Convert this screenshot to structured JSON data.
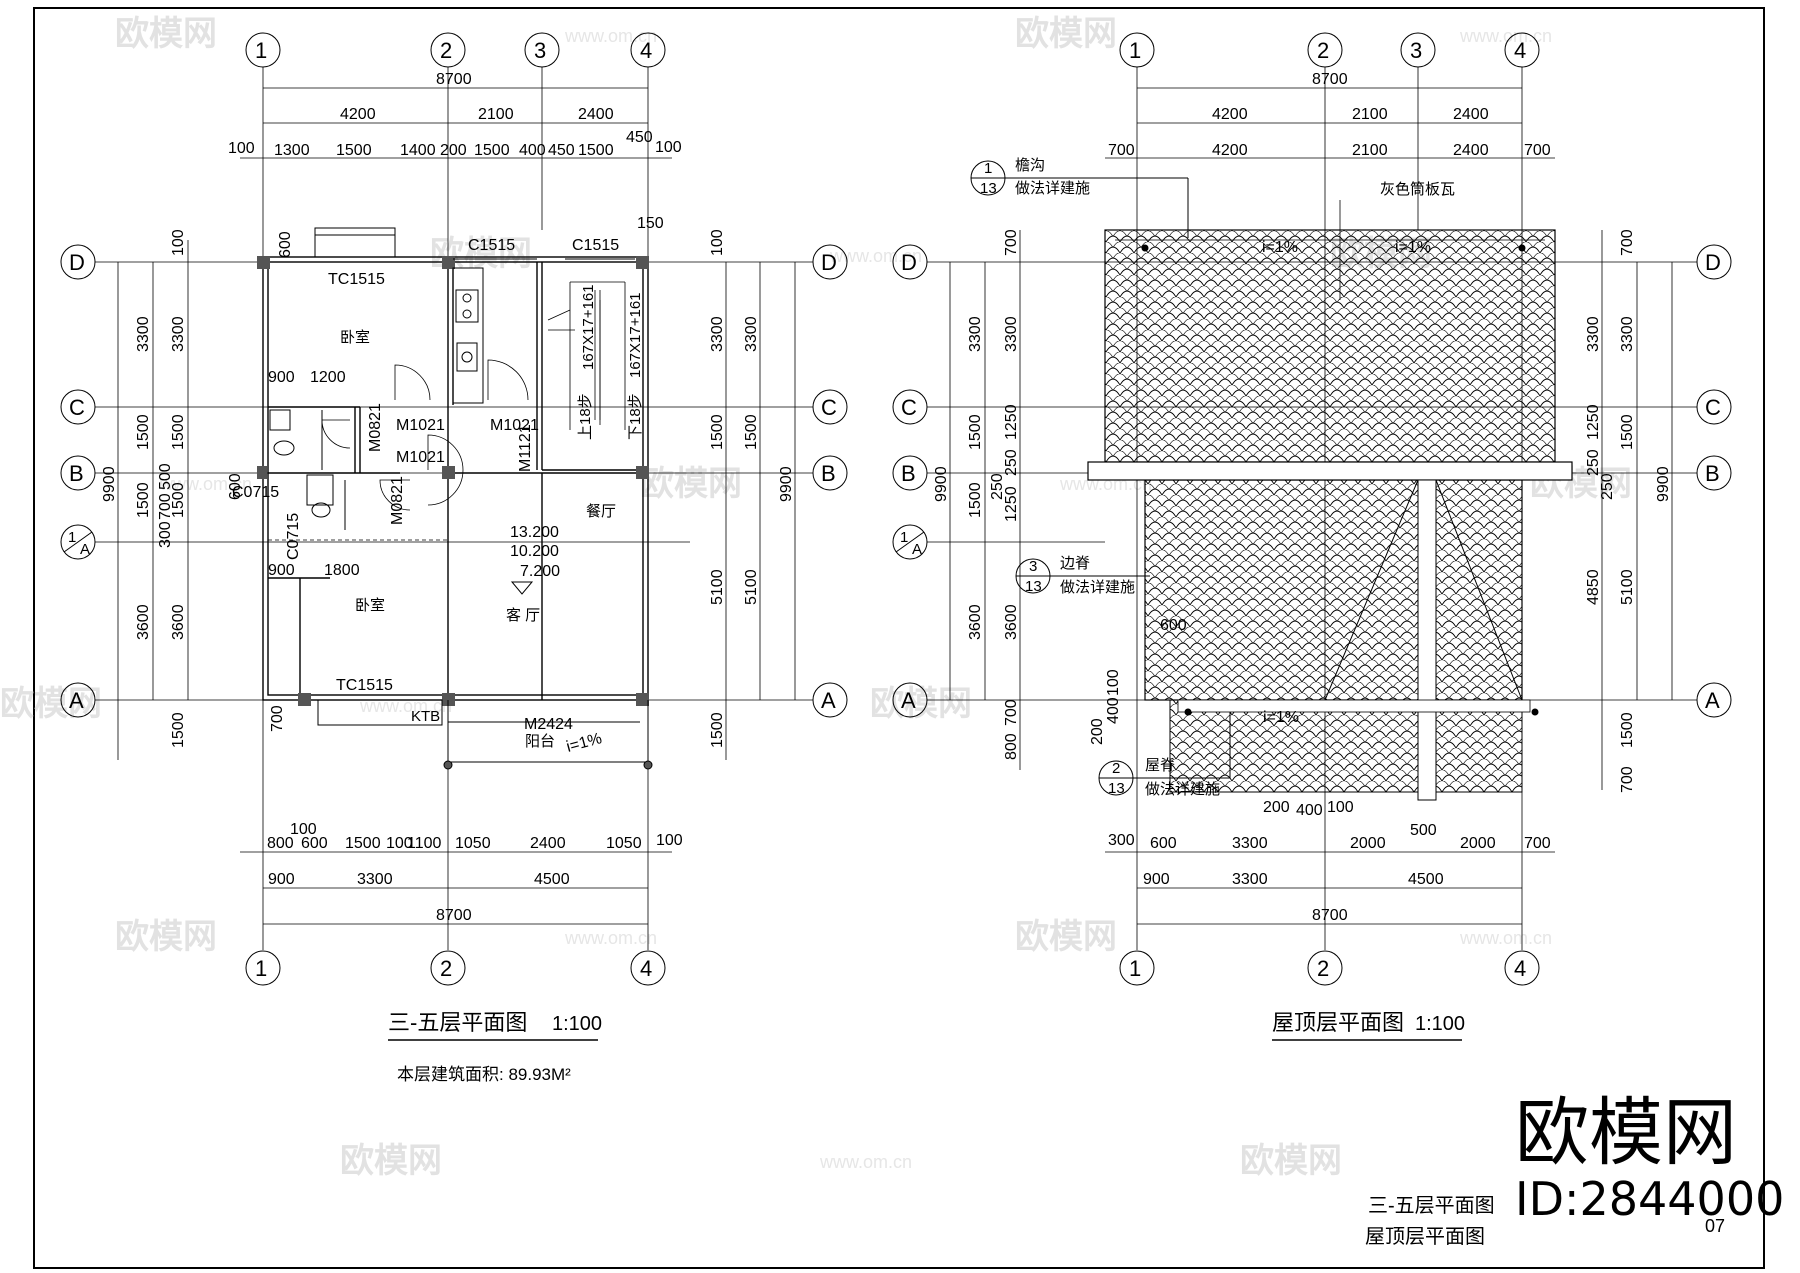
{
  "axes": {
    "cols": [
      "1",
      "2",
      "3",
      "4"
    ],
    "rows": [
      "D",
      "C",
      "B",
      "A"
    ],
    "sub_row_top": "1",
    "sub_row_bottom": "A"
  },
  "plan_left": {
    "title": "三-五层平面图",
    "scale": "1:100",
    "area_note": "本层建筑面积: 89.93M²",
    "dims_top_total": "8700",
    "dims_top_mid": [
      "4200",
      "2100",
      "2400"
    ],
    "dims_top_detail": [
      "100",
      "1300",
      "1500",
      "1400",
      "200",
      "1500",
      "400",
      "450",
      "1500",
      "450",
      "100"
    ],
    "dims_bottom_detail": [
      "800",
      "100",
      "600",
      "1500",
      "100",
      "1100",
      "1050",
      "2400",
      "1050",
      "100"
    ],
    "dims_bottom_mid": [
      "900",
      "3300",
      "4500"
    ],
    "dims_bottom_total": "8700",
    "dims_left_outer": [
      "3300",
      "1500",
      "1500",
      "3600",
      "1500"
    ],
    "dims_left_total": "9900",
    "dims_left_inner": [
      "100",
      "600",
      "3300",
      "1500",
      "500",
      "600",
      "1500",
      "700",
      "300",
      "3600",
      "700"
    ],
    "dims_right_outer": [
      "3300",
      "1500",
      "5100",
      "1500"
    ],
    "dims_right_total": "9900",
    "dims_right_inner": [
      "100",
      "3300",
      "1500",
      "5100"
    ],
    "labels": {
      "bedroom_top": "卧室",
      "bedroom_bottom": "卧室",
      "living": "客 厅",
      "dining": "餐厅",
      "balcony": "阳台",
      "tc1515_top": "TC1515",
      "tc1515_bottom": "TC1515",
      "c1515_a": "C1515",
      "c1515_b": "C1515",
      "m1021_a": "M1021",
      "m1021_b": "M1021",
      "m1021_c": "M1021",
      "m0821_a": "M0821",
      "m0821_b": "M0821",
      "m1121": "M1121",
      "c0715_a": "C0715",
      "c0715_b": "C0715",
      "m2424": "M2424",
      "ktb": "KTB",
      "slope": "i=1%",
      "stair_up": "上18步",
      "stair_down": "下18步",
      "stair_spec_a": "167X17+161",
      "stair_spec_b": "167X17+161",
      "dim_900a": "900",
      "dim_1200": "1200",
      "dim_900b": "900",
      "dim_1800": "1800",
      "dim_150": "150",
      "elev_1": "13.200",
      "elev_2": "10.200",
      "elev_3": "7.200"
    }
  },
  "plan_right": {
    "title": "屋顶层平面图",
    "scale": "1:100",
    "dims_top_total": "8700",
    "dims_top_mid": [
      "4200",
      "2100",
      "2400"
    ],
    "dims_top_detail": [
      "700",
      "4200",
      "2100",
      "2400",
      "700"
    ],
    "dims_bottom_detail": [
      "300",
      "600",
      "3300",
      "2000",
      "500",
      "2000",
      "700"
    ],
    "dims_bottom_extra": [
      "200",
      "400",
      "100"
    ],
    "dims_bottom_mid": [
      "900",
      "3300",
      "4500"
    ],
    "dims_bottom_total": "8700",
    "dims_left_outer": [
      "3300",
      "1500",
      "1500",
      "3600"
    ],
    "dims_left_total": "9900",
    "dims_left_inner": [
      "700",
      "3300",
      "1250",
      "250",
      "250",
      "1250",
      "3600",
      "100",
      "400",
      "200",
      "800",
      "700"
    ],
    "dims_right_outer": [
      "700",
      "3300",
      "1500",
      "5100",
      "1500",
      "700"
    ],
    "dims_right_total": "9900",
    "dims_right_inner": [
      "3300",
      "1250",
      "250",
      "250",
      "4850"
    ],
    "dims_inner_600": "600",
    "callouts": [
      {
        "num": "1",
        "sheet": "13",
        "name": "檐沟",
        "note": "做法详建施"
      },
      {
        "num": "3",
        "sheet": "13",
        "name": "边脊",
        "note": "做法详建施"
      },
      {
        "num": "2",
        "sheet": "13",
        "name": "屋脊",
        "note": "做法详建施"
      }
    ],
    "tile_label": "灰色筒板瓦",
    "slope": "i=1%"
  },
  "title_block": {
    "line1": "三-五层平面图",
    "line2": "屋顶层平面图",
    "sheet_no": "07"
  },
  "brand": {
    "name": "欧模网",
    "id": "ID:2844000",
    "wm_text": "欧模网",
    "wm_url": "www.om.cn"
  }
}
